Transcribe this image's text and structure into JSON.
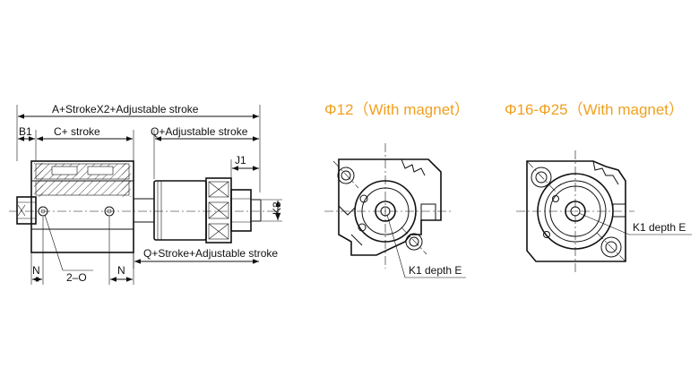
{
  "titles": {
    "left": "Φ12（With magnet）",
    "right": "Φ16-Φ25（With magnet）"
  },
  "labels": {
    "overall": "A+StrokeX2+Adjustable stroke",
    "b1": "B1",
    "c_stroke": "C+ stroke",
    "q_adjust": "Q+Adjustable stroke",
    "j1": "J1",
    "k3": "K3",
    "q_stroke_adjust": "Q+Stroke+Adjustable stroke",
    "n_left": "N",
    "two_o": "2–O",
    "n_right": "N",
    "k1_left": "K1 depth E",
    "k1_right": "K1 depth E"
  },
  "colors": {
    "title": "#f0a020",
    "line": "#111111"
  }
}
